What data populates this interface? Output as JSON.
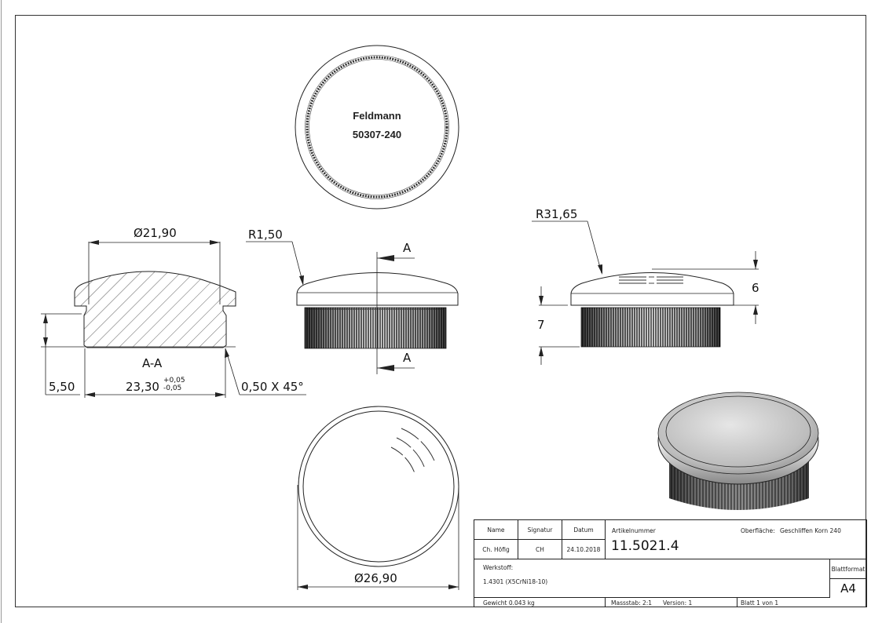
{
  "sheet": {
    "title_block": {
      "headers": {
        "name": "Name",
        "signature": "Signatur",
        "date": "Datum"
      },
      "drawn_by": {
        "name": "Ch. Höfig",
        "signature": "CH",
        "date": "24.10.2018"
      },
      "article_label": "Artikelnummer",
      "article_number": "11.5021.4",
      "surface_label": "Oberfläche:",
      "surface_value": "Geschliffen Korn 240",
      "material_label": "Werkstoff:",
      "material_value": "1.4301 (X5CrNi18-10)",
      "format_label": "Blattformat",
      "format_value": "A4",
      "weight": "Gewicht 0.043 kg",
      "scale": "Massstab: 2:1",
      "version": "Version: 1",
      "sheet": "Blatt 1 von 1"
    }
  },
  "views": {
    "top": {
      "engraving_line1": "Feldmann",
      "engraving_line2": "50307-240"
    },
    "section": {
      "label": "A-A",
      "dim_head_diameter": "Ø21,90",
      "dim_height": "5,50",
      "dim_body_diameter": "23,30",
      "tol_plus": "+0,05",
      "tol_minus": "-0,05",
      "chamfer": "0,50 X 45°"
    },
    "front": {
      "radius": "R1,50",
      "section_marker_top": "A",
      "section_marker_bottom": "A"
    },
    "side": {
      "radius": "R31,65",
      "dim_head_height": "6",
      "dim_thread_height": "7"
    },
    "bottom": {
      "dim_diameter": "Ø26,90"
    }
  }
}
